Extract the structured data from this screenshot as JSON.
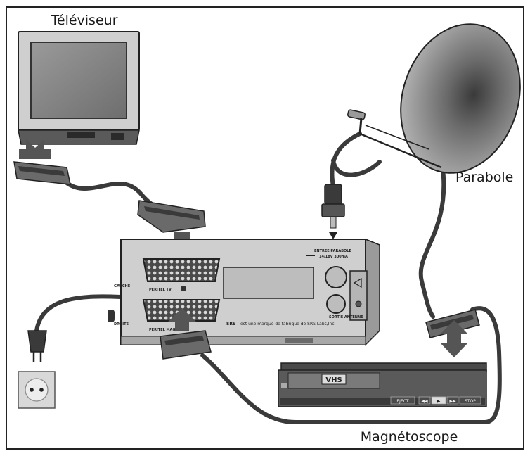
{
  "labels": {
    "tv": "Téléviseur",
    "dish": "Parabole",
    "vcr": "Magnétoscope"
  },
  "receiver": {
    "peritel_tv": "PERITEL  TV",
    "peritel_magneto": "PERITEL  MAGNETO",
    "entree_parabole": "ENTREE PARABOLE",
    "power_spec": "14/18V  300mA",
    "sortie_antenne": "SORTIE ANTENNE",
    "srs_logo": "SRS",
    "srs_note": "est une marque de fabrique de SRS Labs,Inc.",
    "gauche": "GAUCHE",
    "droite": "DROITE"
  },
  "vcr": {
    "vhs_logo": "VHS",
    "eject": "EJECT",
    "rewind": "◀◀",
    "play": "▶",
    "fast_forward": "▶▶",
    "stop": "STOP"
  },
  "colors": {
    "frame": "#222222",
    "device_dark": "#3a3a3a",
    "device_mid": "#8a8a8a",
    "device_light": "#cfcfcf",
    "arrow": "#555555"
  }
}
